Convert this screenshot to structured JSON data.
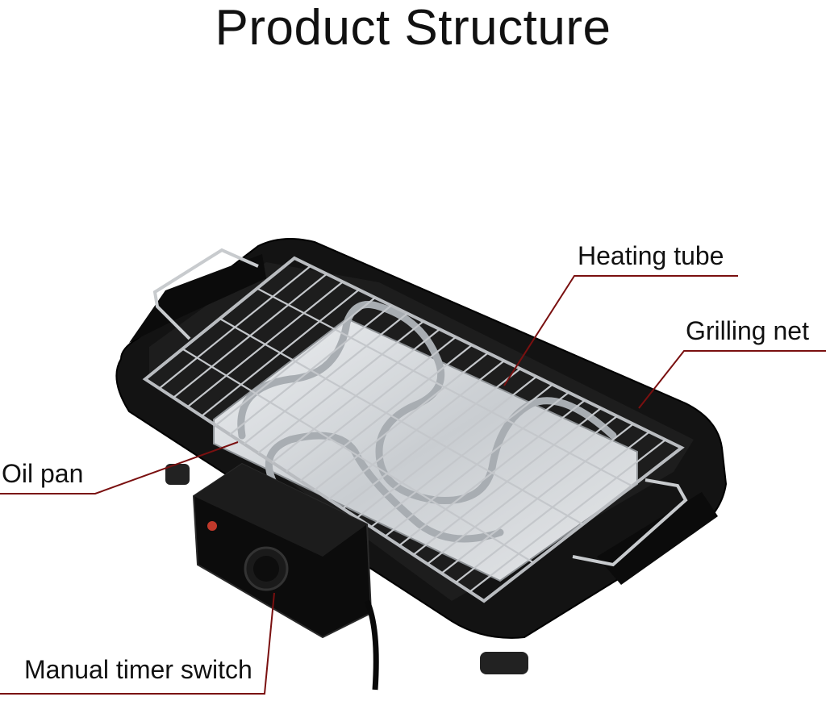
{
  "title": "Product Structure",
  "labels": {
    "heating_tube": "Heating tube",
    "grilling_net": "Grilling net",
    "oil_pan": "Oil pan",
    "manual_timer_switch": "Manual timer switch"
  },
  "colors": {
    "leader_line": "#7a1010",
    "grill_body": "#111111",
    "rack": "#b9bcc0",
    "tray": "#d7dadd"
  }
}
